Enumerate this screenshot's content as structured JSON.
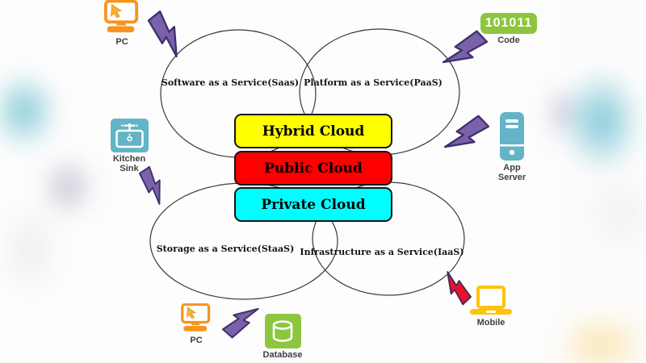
{
  "center_stack": [
    {
      "label": "Hybrid Cloud",
      "color": "#ffff00"
    },
    {
      "label": "Public Cloud",
      "color": "#fe0000"
    },
    {
      "label": "Private Cloud",
      "color": "#00fdff"
    }
  ],
  "clouds": [
    {
      "label": "Software as a Service(Saas)"
    },
    {
      "label": "Platform as a Service(PaaS)"
    },
    {
      "label": "Storage as a Service(StaaS)"
    },
    {
      "label": "Infrastructure as a Service(IaaS)"
    }
  ],
  "devices": {
    "pc_top": {
      "label": "PC"
    },
    "code": {
      "label": "Code",
      "badge_text": "101011"
    },
    "kitchen_sink": {
      "label": "Kitchen Sink"
    },
    "app_server": {
      "label": "App Server"
    },
    "pc_bottom": {
      "label": "PC"
    },
    "database": {
      "label": "Database"
    },
    "mobile": {
      "label": "Mobile"
    }
  },
  "colors": {
    "device_orange": "#F7941E",
    "device_green": "#8CC63F",
    "device_teal": "#62B4C6",
    "device_yellow": "#FFC20E",
    "bolt_purple": "#7A62AB",
    "bolt_red": "#E8112D",
    "outline_gray": "#3a3a3a"
  }
}
